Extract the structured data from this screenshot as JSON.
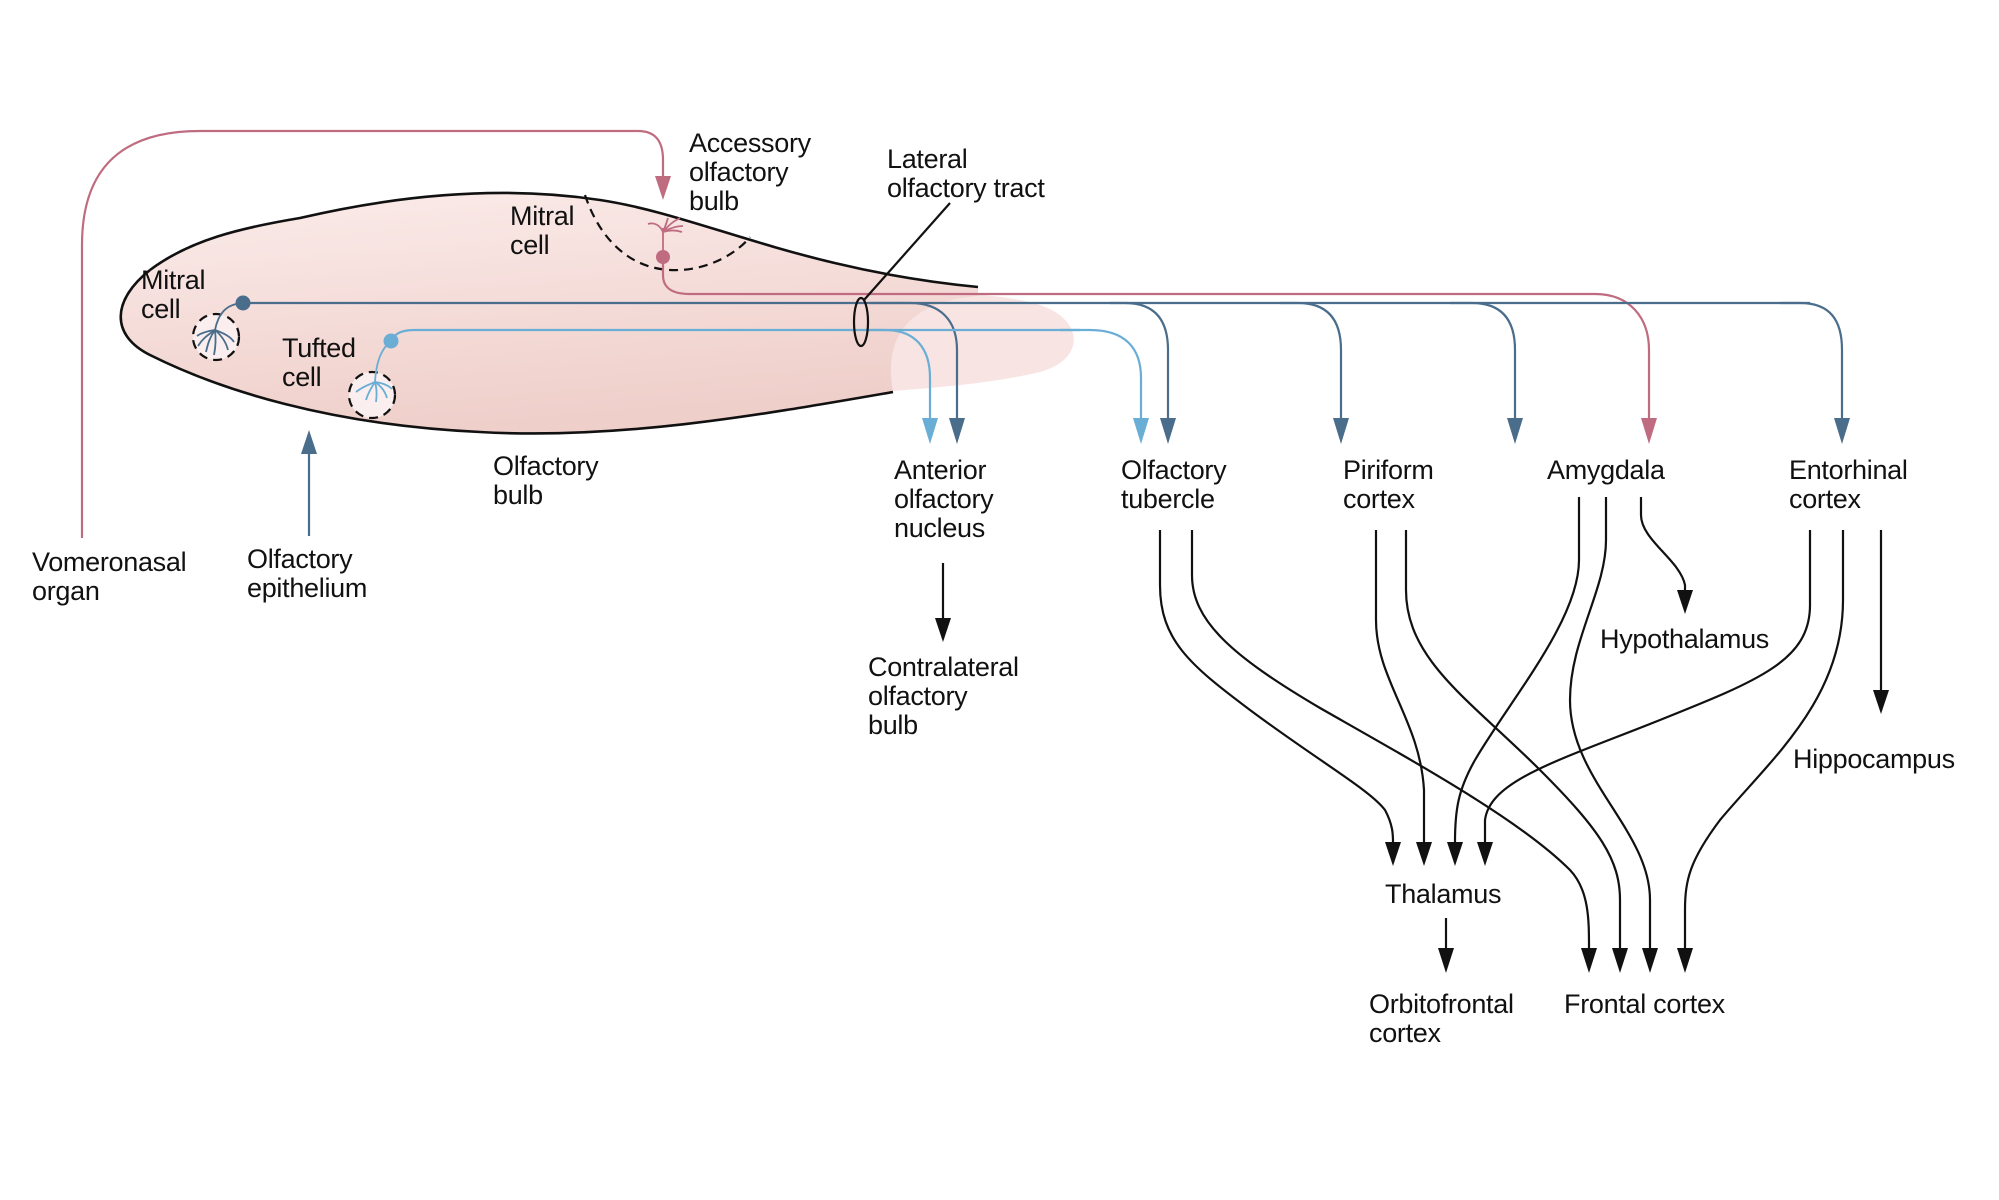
{
  "diagram": {
    "title": "Olfactory pathways",
    "colors": {
      "accessory_pathway": "#c06c80",
      "mitral_pathway": "#4a6d8c",
      "tufted_pathway": "#6aaed6",
      "secondary_pathway": "#111111",
      "bulb_fill": "#f3d3cf"
    },
    "labels": {
      "accessory_bulb": [
        "Accessory",
        "olfactory",
        "bulb"
      ],
      "lateral_tract": [
        "Lateral",
        "olfactory tract"
      ],
      "mitral_cell_accessory": [
        "Mitral",
        "cell"
      ],
      "mitral_cell_main": [
        "Mitral",
        "cell"
      ],
      "tufted_cell": [
        "Tufted",
        "cell"
      ],
      "olfactory_bulb": [
        "Olfactory",
        "bulb"
      ],
      "vomeronasal_organ": [
        "Vomeronasal",
        "organ"
      ],
      "olfactory_epithelium": [
        "Olfactory",
        "epithelium"
      ],
      "anterior_olfactory_nucleus": [
        "Anterior",
        "olfactory",
        "nucleus"
      ],
      "contralateral_bulb": [
        "Contralateral",
        "olfactory",
        "bulb"
      ],
      "olfactory_tubercle": [
        "Olfactory",
        "tubercle"
      ],
      "piriform_cortex": [
        "Piriform",
        "cortex"
      ],
      "amygdala": [
        "Amygdala"
      ],
      "entorhinal_cortex": [
        "Entorhinal",
        "cortex"
      ],
      "hypothalamus": [
        "Hypothalamus"
      ],
      "hippocampus": [
        "Hippocampus"
      ],
      "thalamus": [
        "Thalamus"
      ],
      "orbitofrontal_cortex": [
        "Orbitofrontal",
        "cortex"
      ],
      "frontal_cortex": [
        "Frontal cortex"
      ]
    },
    "connections": [
      {
        "from": "Vomeronasal organ",
        "to": "Accessory olfactory bulb",
        "pathway": "accessory"
      },
      {
        "from": "Olfactory epithelium",
        "to": "Olfactory bulb",
        "pathway": "mitral"
      },
      {
        "from": "Accessory olfactory bulb (mitral cell)",
        "to": "Amygdala",
        "pathway": "accessory"
      },
      {
        "from": "Mitral cell",
        "to": "Anterior olfactory nucleus",
        "pathway": "mitral"
      },
      {
        "from": "Mitral cell",
        "to": "Olfactory tubercle",
        "pathway": "mitral"
      },
      {
        "from": "Mitral cell",
        "to": "Piriform cortex",
        "pathway": "mitral"
      },
      {
        "from": "Mitral cell",
        "to": "Amygdala",
        "pathway": "mitral"
      },
      {
        "from": "Mitral cell",
        "to": "Entorhinal cortex",
        "pathway": "mitral"
      },
      {
        "from": "Tufted cell",
        "to": "Anterior olfactory nucleus",
        "pathway": "tufted"
      },
      {
        "from": "Tufted cell",
        "to": "Olfactory tubercle",
        "pathway": "tufted"
      },
      {
        "from": "Anterior olfactory nucleus",
        "to": "Contralateral olfactory bulb",
        "pathway": "secondary"
      },
      {
        "from": "Olfactory tubercle",
        "to": "Thalamus",
        "pathway": "secondary"
      },
      {
        "from": "Olfactory tubercle",
        "to": "Frontal cortex",
        "pathway": "secondary"
      },
      {
        "from": "Piriform cortex",
        "to": "Thalamus",
        "pathway": "secondary"
      },
      {
        "from": "Piriform cortex",
        "to": "Frontal cortex",
        "pathway": "secondary"
      },
      {
        "from": "Amygdala",
        "to": "Thalamus",
        "pathway": "secondary"
      },
      {
        "from": "Amygdala",
        "to": "Frontal cortex",
        "pathway": "secondary"
      },
      {
        "from": "Amygdala",
        "to": "Hypothalamus",
        "pathway": "secondary"
      },
      {
        "from": "Entorhinal cortex",
        "to": "Thalamus",
        "pathway": "secondary"
      },
      {
        "from": "Entorhinal cortex",
        "to": "Frontal cortex",
        "pathway": "secondary"
      },
      {
        "from": "Entorhinal cortex",
        "to": "Hippocampus",
        "pathway": "secondary"
      },
      {
        "from": "Thalamus",
        "to": "Orbitofrontal cortex",
        "pathway": "secondary"
      }
    ]
  }
}
